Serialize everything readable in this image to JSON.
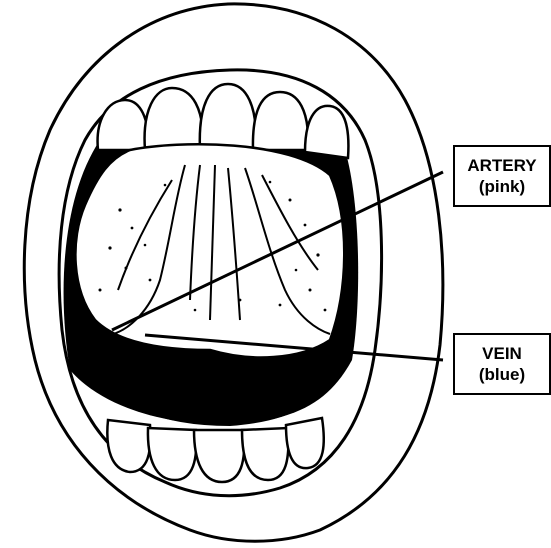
{
  "labels": {
    "artery": {
      "name": "ARTERY",
      "color_note": "(pink)"
    },
    "vein": {
      "name": "VEIN",
      "color_note": "(blue)"
    }
  },
  "colors": {
    "ink": "#000000",
    "paper": "#ffffff"
  }
}
